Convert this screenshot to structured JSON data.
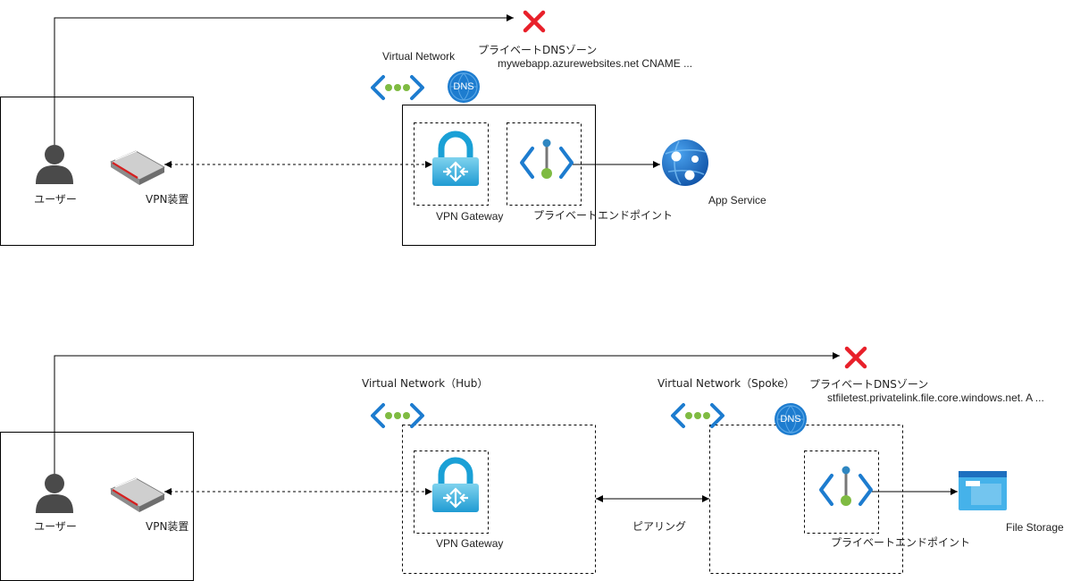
{
  "top": {
    "user_label": "ユーザー",
    "vpn_device_label": "VPN装置",
    "vnet_label": "Virtual Network",
    "dns_zone_title": "プライベートDNSゾーン",
    "dns_zone_record": "mywebapp.azurewebsites.net CNAME ...",
    "dns_badge": "DNS",
    "vpn_gateway_label": "VPN Gateway",
    "private_endpoint_label": "プライベートエンドポイント",
    "app_service_label": "App Service"
  },
  "bottom": {
    "user_label": "ユーザー",
    "vpn_device_label": "VPN装置",
    "hub_vnet_label": "Virtual Network（Hub）",
    "spoke_vnet_label": "Virtual Network（Spoke）",
    "dns_zone_title": "プライベートDNSゾーン",
    "dns_zone_record": "stfiletest.privatelink.file.core.windows.net. A ...",
    "dns_badge": "DNS",
    "vpn_gateway_label": "VPN Gateway",
    "peering_label": "ピアリング",
    "private_endpoint_label": "プライベートエンドポイント",
    "file_storage_label": "File Storage"
  },
  "colors": {
    "azure_blue": "#1d7ccf",
    "azure_green": "#7fbb42",
    "fail_red": "#e8202a",
    "user_gray": "#4a4a4a"
  },
  "icons": {
    "user": "user-icon",
    "vpn_device": "router-icon",
    "vnet": "virtual-network-icon",
    "dns": "dns-zone-icon",
    "gateway": "vpn-gateway-lock-icon",
    "endpoint": "private-endpoint-icon",
    "app": "app-service-icon",
    "storage": "file-storage-icon",
    "fail": "cross-icon"
  }
}
